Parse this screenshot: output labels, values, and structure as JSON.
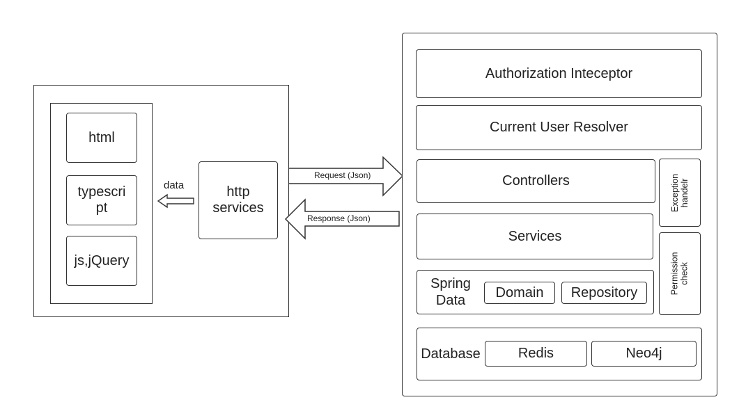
{
  "client": {
    "items": [
      "html",
      "typescri\npt",
      "js,jQuery"
    ],
    "http_services": "http\nservices",
    "data_label": "data"
  },
  "arrows": {
    "request": "Request (Json)",
    "response": "Response (Json)"
  },
  "server": {
    "authorization": "Authorization Inteceptor",
    "current_user": "Current User Resolver",
    "controllers": "Controllers",
    "services": "Services",
    "spring_data": "Spring\nData",
    "domain": "Domain",
    "repository": "Repository",
    "database": "Database",
    "redis": "Redis",
    "neo4j": "Neo4j",
    "exception_handler": "Exception\nhandelr",
    "permission_check": "Permission\ncheck"
  }
}
